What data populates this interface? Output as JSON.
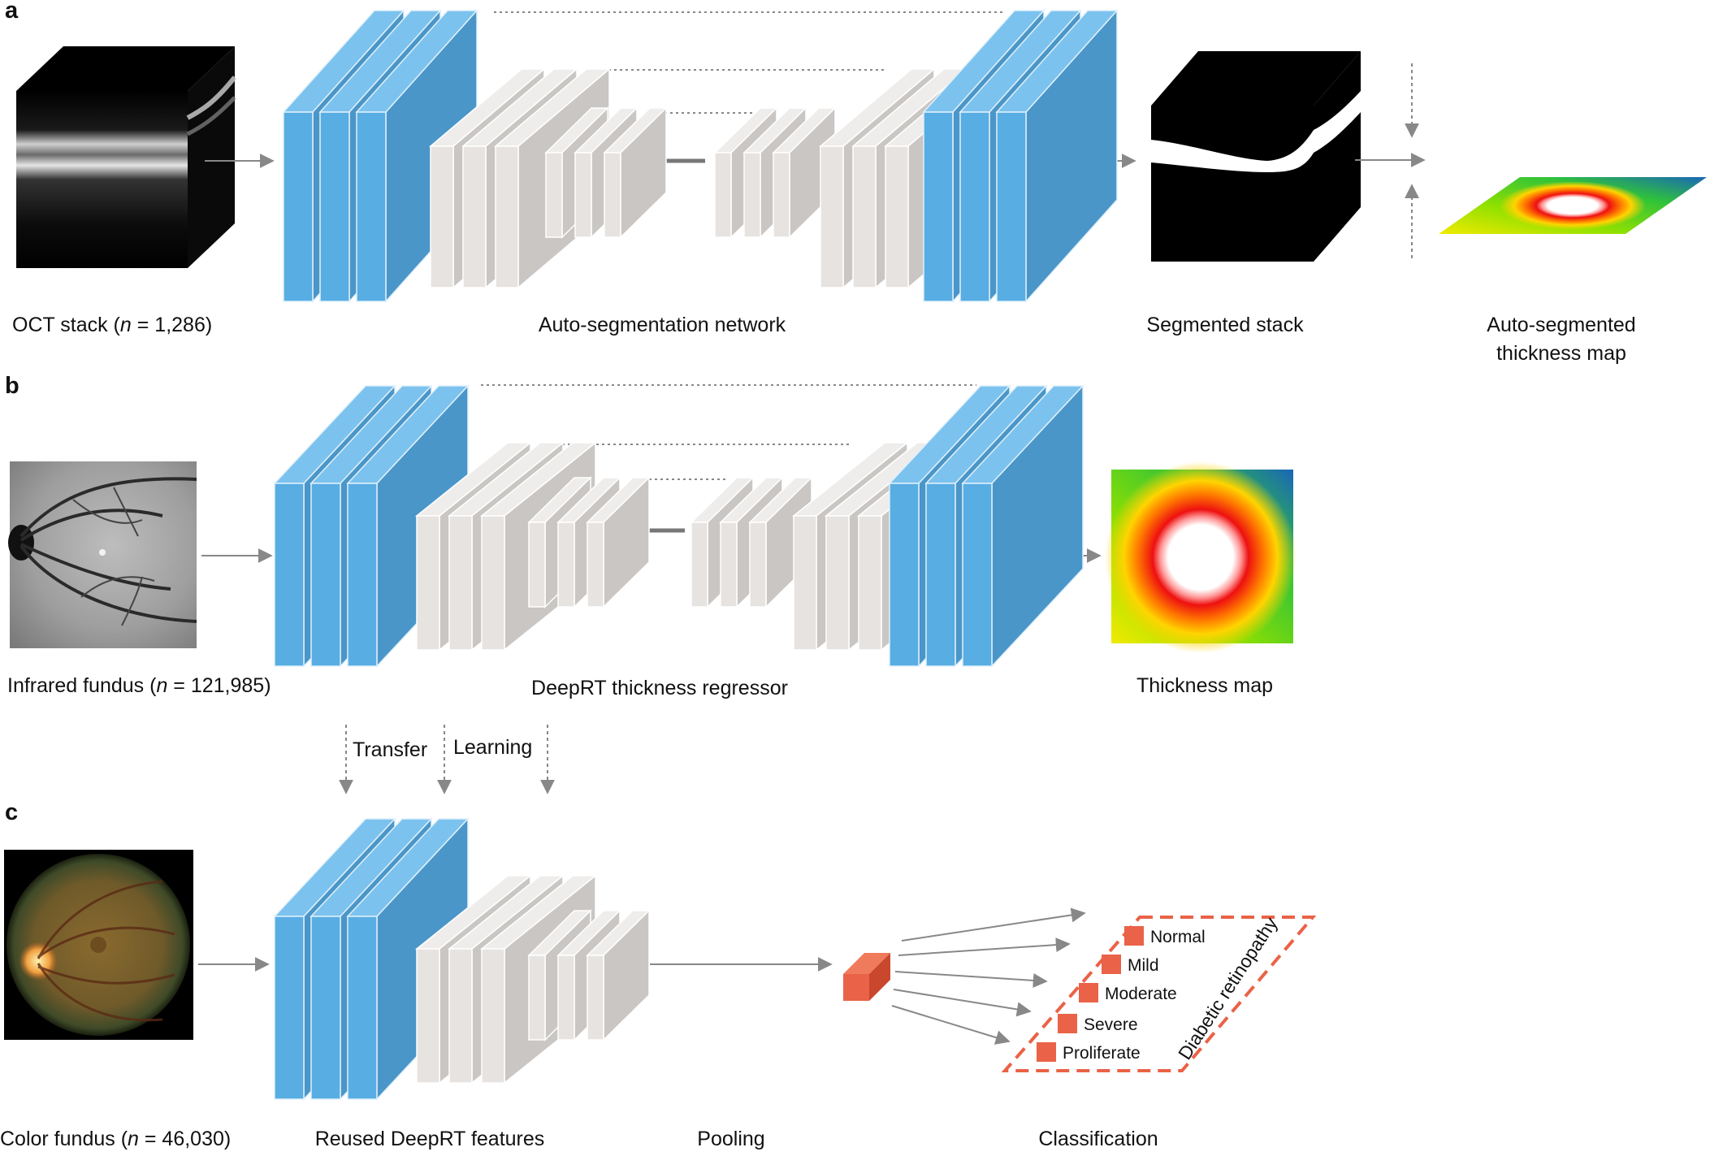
{
  "panels": {
    "a": {
      "letter": "a",
      "oct_label_pre": "OCT stack (",
      "oct_label_n": "n",
      "oct_label_post": " = 1,286)",
      "network_label": "Auto-segmentation network",
      "segmented_label": "Segmented stack",
      "thickness_label_line1": "Auto-segmented",
      "thickness_label_line2": "thickness map"
    },
    "b": {
      "letter": "b",
      "fundus_label_pre": "Infrared fundus (",
      "fundus_label_n": "n",
      "fundus_label_post": " = 121,985)",
      "network_label": "DeepRT thickness regressor",
      "thickness_label": "Thickness map",
      "transfer_label": "Transfer",
      "learning_label": "Learning"
    },
    "c": {
      "letter": "c",
      "fundus_label_pre": "Color fundus (",
      "fundus_label_n": "n",
      "fundus_label_post": " = 46,030)",
      "features_label": "Reused DeepRT features",
      "pooling_label": "Pooling",
      "classification_label": "Classification",
      "group_label": "Diabetic retinopathy",
      "classes": [
        "Normal",
        "Mild",
        "Moderate",
        "Severe",
        "Proliferate"
      ]
    }
  },
  "colors": {
    "blue_front": "#58ade3",
    "blue_side": "#4b96c8",
    "gray_front": "#e6e3e0",
    "gray_side": "#c9c6c3",
    "arrow": "#888888",
    "accent": "#ea6247"
  }
}
